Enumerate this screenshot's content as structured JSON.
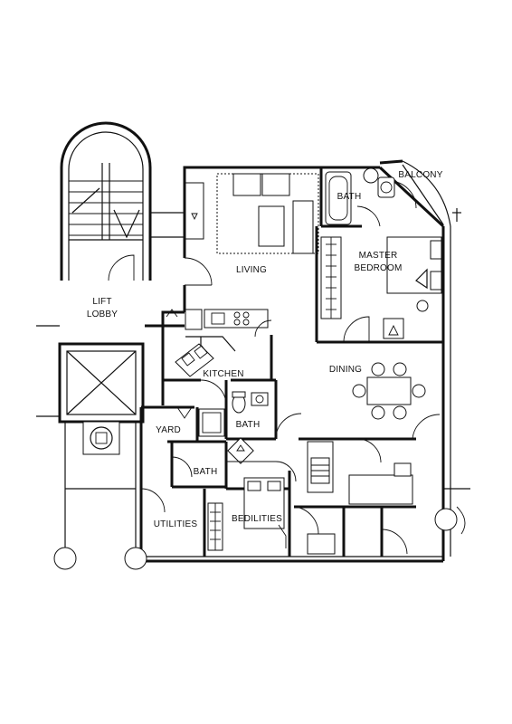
{
  "rooms": {
    "balcony": "BALCONY",
    "bath_master": "BATH",
    "master_bedroom_line1": "MASTER",
    "master_bedroom_line2": "BEDROOM",
    "living": "LIVING",
    "lift_lobby_line1": "LIFT",
    "lift_lobby_line2": "LOBBY",
    "kitchen": "KITCHEN",
    "dining": "DINING",
    "bath_kitchen": "BATH",
    "yard": "YARD",
    "bath_yard": "BATH",
    "utilities": "UTILITIES",
    "bedilities": "BEDILITIES"
  }
}
